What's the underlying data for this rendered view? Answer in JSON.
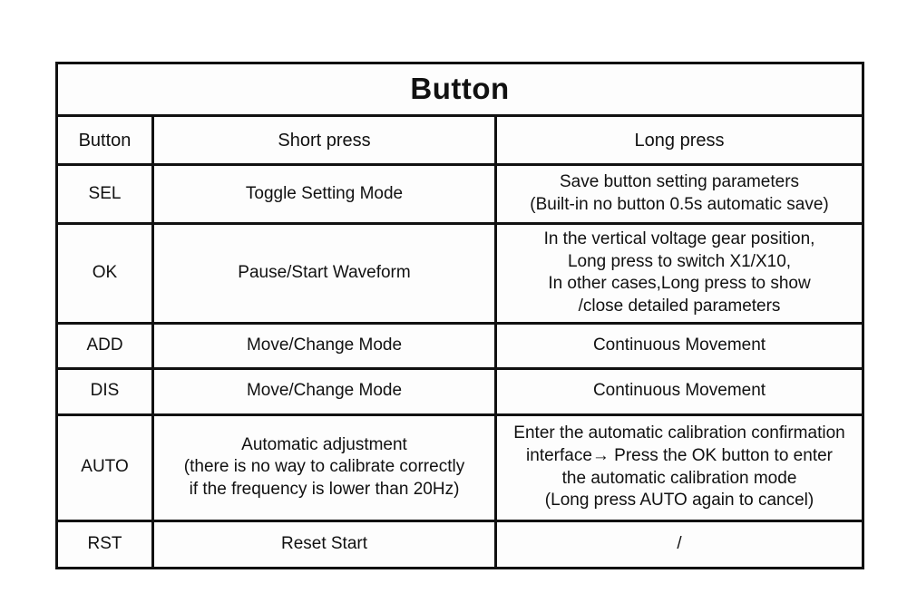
{
  "document": {
    "title": "Button"
  },
  "table": {
    "headers": {
      "button": "Button",
      "short_press": "Short press",
      "long_press": "Long press"
    },
    "rows": [
      {
        "key": "SEL",
        "short": {
          "lines": [
            "Toggle Setting Mode"
          ]
        },
        "long": {
          "lines": [
            "Save button setting parameters",
            "(Built-in no button 0.5s automatic save)"
          ]
        }
      },
      {
        "key": "OK",
        "short": {
          "lines": [
            "Pause/Start Waveform"
          ]
        },
        "long": {
          "lines": [
            "In the vertical voltage gear position,",
            "Long press to switch X1/X10,",
            "In other cases,Long press to show",
            "/close detailed parameters"
          ]
        }
      },
      {
        "key": "ADD",
        "short": {
          "lines": [
            "Move/Change Mode"
          ]
        },
        "long": {
          "lines": [
            "Continuous Movement"
          ]
        }
      },
      {
        "key": "DIS",
        "short": {
          "lines": [
            "Move/Change Mode"
          ]
        },
        "long": {
          "lines": [
            "Continuous Movement"
          ]
        }
      },
      {
        "key": "AUTO",
        "short": {
          "lines": [
            "Automatic adjustment",
            "(there is no way to calibrate correctly",
            "if the frequency is lower than 20Hz)"
          ]
        },
        "long": {
          "lines": [
            "Enter the automatic calibration confirmation",
            "interface→ Press the OK button to enter",
            "the automatic calibration mode",
            "(Long press AUTO again to cancel)"
          ]
        }
      },
      {
        "key": "RST",
        "short": {
          "lines": [
            "Reset Start"
          ]
        },
        "long": {
          "lines": [
            "/"
          ]
        }
      }
    ]
  },
  "colors": {
    "border": "#111111",
    "cell_background": "#fdfdfd",
    "page_background": "#ffffff",
    "text": "#111111"
  }
}
